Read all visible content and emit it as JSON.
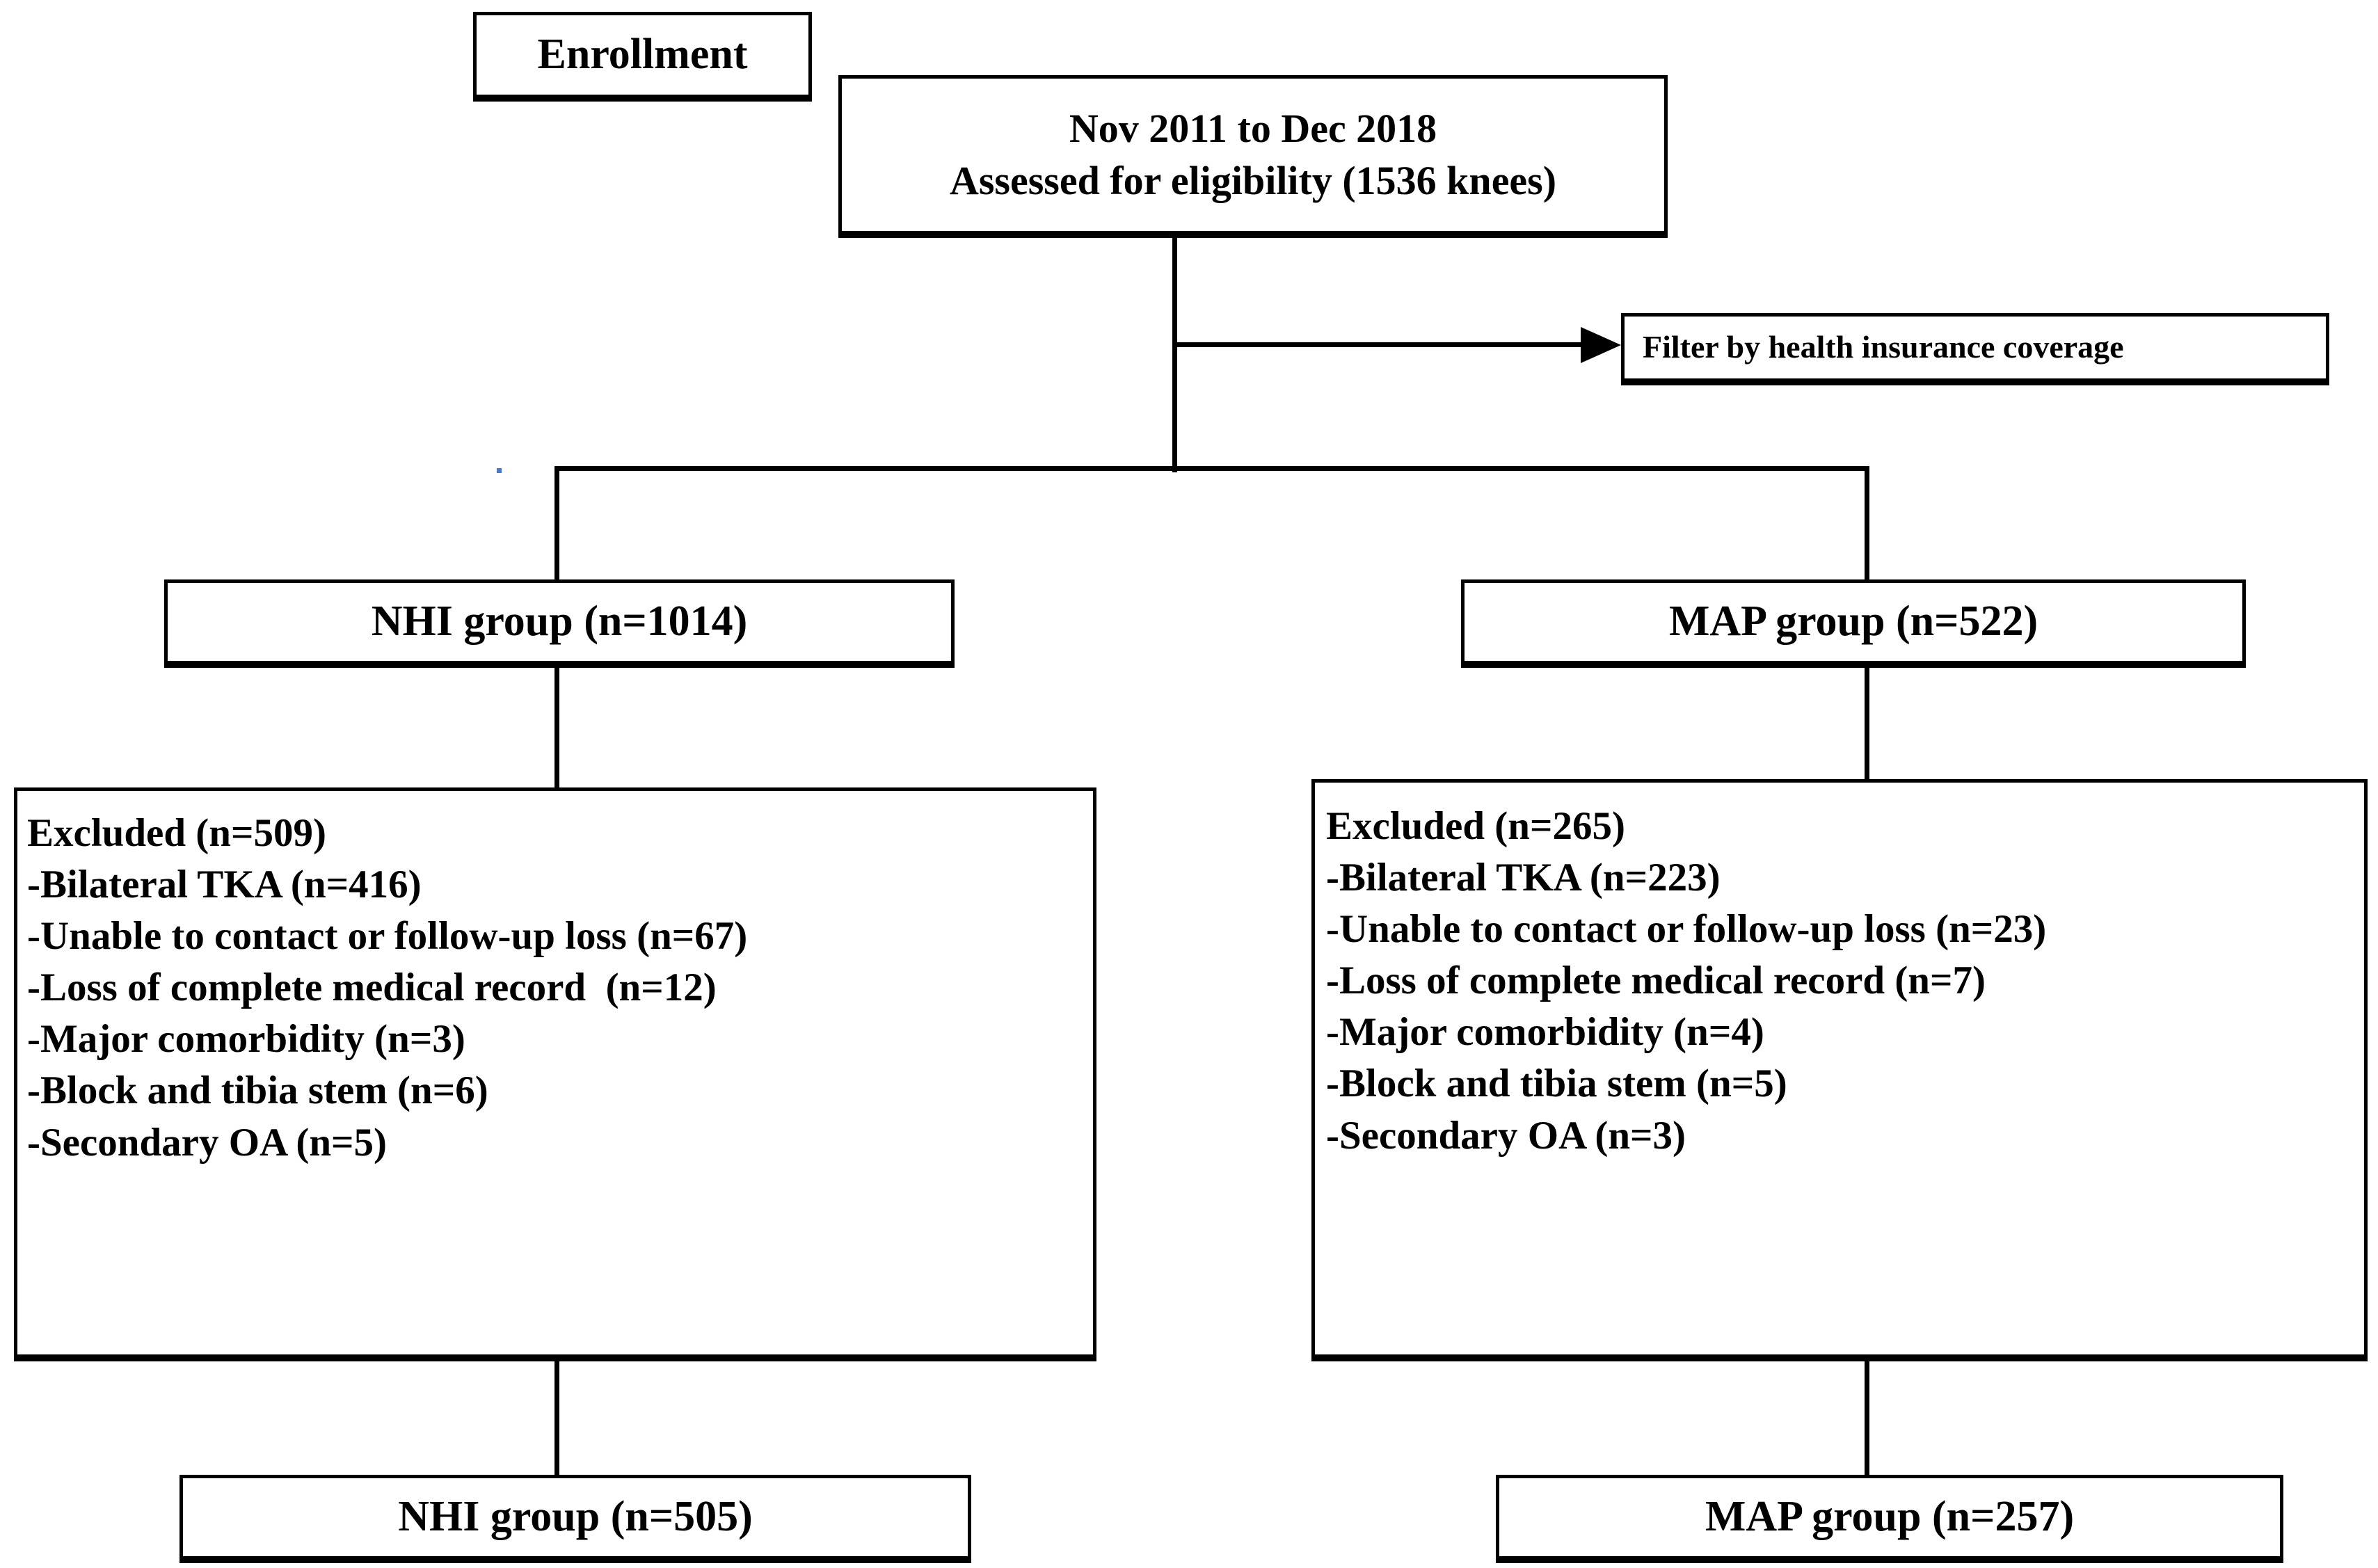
{
  "diagram": {
    "title": "CONSORT patient flow diagram",
    "stage_label": "Enrollment",
    "colors": {
      "line": "#000000",
      "box_border": "#000000",
      "background": "#ffffff",
      "text": "#000000",
      "scan_artifact": "#4a78c8"
    },
    "enrollment": {
      "label": "Enrollment"
    },
    "eligibility": {
      "period": "Nov 2011 to Dec 2018",
      "assessment": "Assessed for eligibility (1536 knees)",
      "assessed_count": 1536,
      "unit": "knees"
    },
    "filter": {
      "label": "Filter by health insurance coverage"
    },
    "groups": [
      {
        "name": "NHI group",
        "label": "NHI group (n=1014)",
        "n": 1014
      },
      {
        "name": "MAP group",
        "label": "MAP group (n=522)",
        "n": 522
      }
    ],
    "exclusions": [
      {
        "group": "NHI group",
        "header": "Excluded (n=509)",
        "total": 509,
        "reasons": [
          {
            "label": "-Bilateral TKA (n=416)",
            "reason": "Bilateral TKA",
            "n": 416
          },
          {
            "label": "-Unable to contact or follow-up loss (n=67)",
            "reason": "Unable to contact or follow-up loss",
            "n": 67
          },
          {
            "label": "-Loss of complete medical record  (n=12)",
            "reason": "Loss of complete medical record",
            "n": 12
          },
          {
            "label": "-Major comorbidity (n=3)",
            "reason": "Major comorbidity",
            "n": 3
          },
          {
            "label": "-Block and tibia stem (n=6)",
            "reason": "Block and tibia stem",
            "n": 6
          },
          {
            "label": "-Secondary OA (n=5)",
            "reason": "Secondary OA",
            "n": 5
          }
        ]
      },
      {
        "group": "MAP group",
        "header": "Excluded (n=265)",
        "total": 265,
        "reasons": [
          {
            "label": "-Bilateral TKA (n=223)",
            "reason": "Bilateral TKA",
            "n": 223
          },
          {
            "label": "-Unable to contact or follow-up loss (n=23)",
            "reason": "Unable to contact or follow-up loss",
            "n": 23
          },
          {
            "label": "-Loss of complete medical record (n=7)",
            "reason": "Loss of complete medical record",
            "n": 7
          },
          {
            "label": "-Major comorbidity (n=4)",
            "reason": "Major comorbidity",
            "n": 4
          },
          {
            "label": "-Block and tibia stem (n=5)",
            "reason": "Block and tibia stem",
            "n": 5
          },
          {
            "label": "-Secondary OA (n=3)",
            "reason": "Secondary OA",
            "n": 3
          }
        ]
      }
    ],
    "final_groups": [
      {
        "name": "NHI group",
        "label": "NHI group  (n=505)",
        "n": 505
      },
      {
        "name": "MAP group",
        "label": "MAP group (n=257)",
        "n": 257
      }
    ]
  }
}
